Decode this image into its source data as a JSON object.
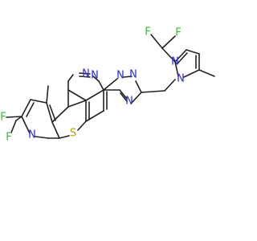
{
  "molecule": {
    "labels": {
      "n_pyrimidine_a": "N",
      "n_pyrimidine_b": "N",
      "n_triazole_a": "N",
      "n_triazole_b": "N",
      "n_triazole_c": "N",
      "n_pyrazole_a": "N",
      "n_pyrazole_b": "N",
      "n_pyridine": "N",
      "s_thiophene": "S",
      "f_top_left": "F",
      "f_top_right": "F",
      "f_bottom_left": "F",
      "f_bottom_right": "F"
    },
    "colors": {
      "bond": "#222222",
      "nitrogen": "#2a2ad8",
      "sulfur": "#b8a000",
      "fluorine": "#33bb33"
    }
  }
}
